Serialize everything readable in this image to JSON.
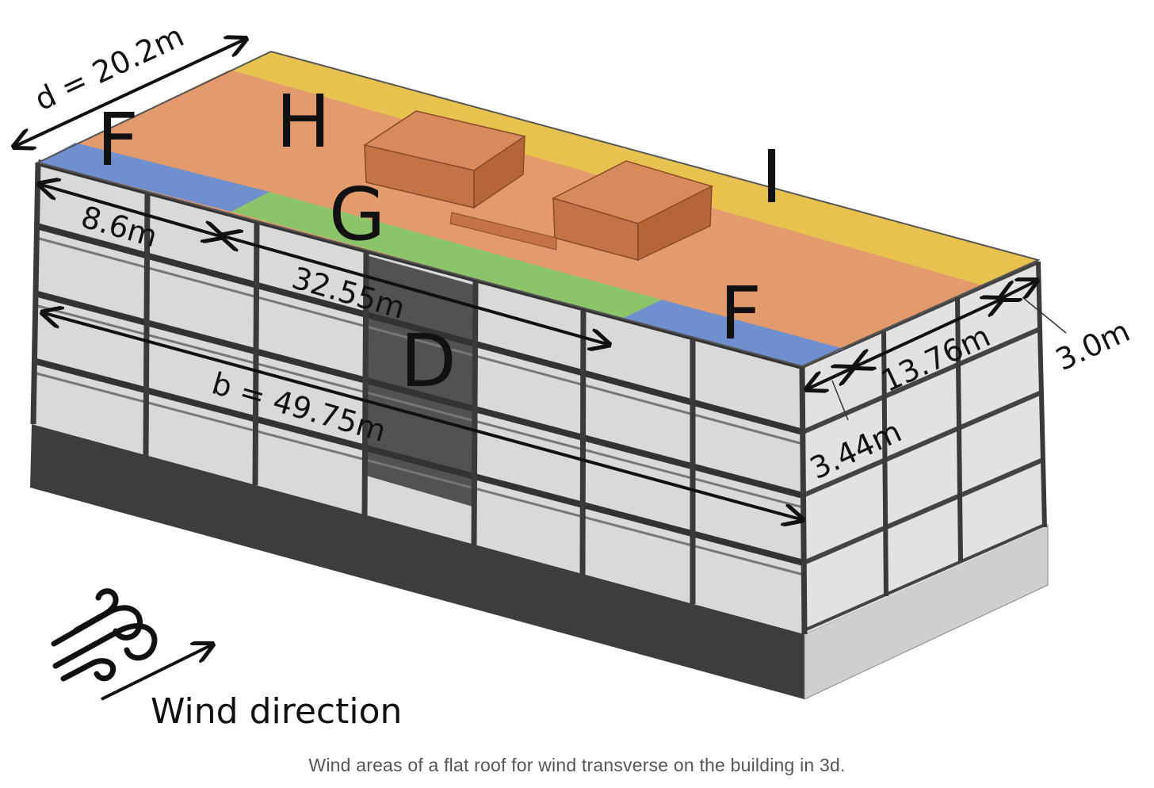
{
  "zones": {
    "f_left": "F",
    "h": "H",
    "g": "G",
    "i": "I",
    "f_right": "F",
    "d": "D"
  },
  "dimensions": {
    "d": "d = 20.2m",
    "b": "b = 49.75m",
    "g_offset": "8.6m",
    "g_length": "32.55m",
    "side_depth": "13.76m",
    "side_edge": "3.44m",
    "corner": "3.0m"
  },
  "wind": {
    "label": "Wind direction"
  },
  "caption": "Wind areas of a flat roof for wind transverse on the building in 3d.",
  "colors": {
    "zone_f": "#6f8fcf",
    "zone_g": "#8cc46a",
    "zone_h": "#e39a6c",
    "zone_i": "#e8c24f",
    "frame": "#4a4a4a",
    "floor": "#c8c8c8",
    "plinth": "#3a3a3a"
  }
}
